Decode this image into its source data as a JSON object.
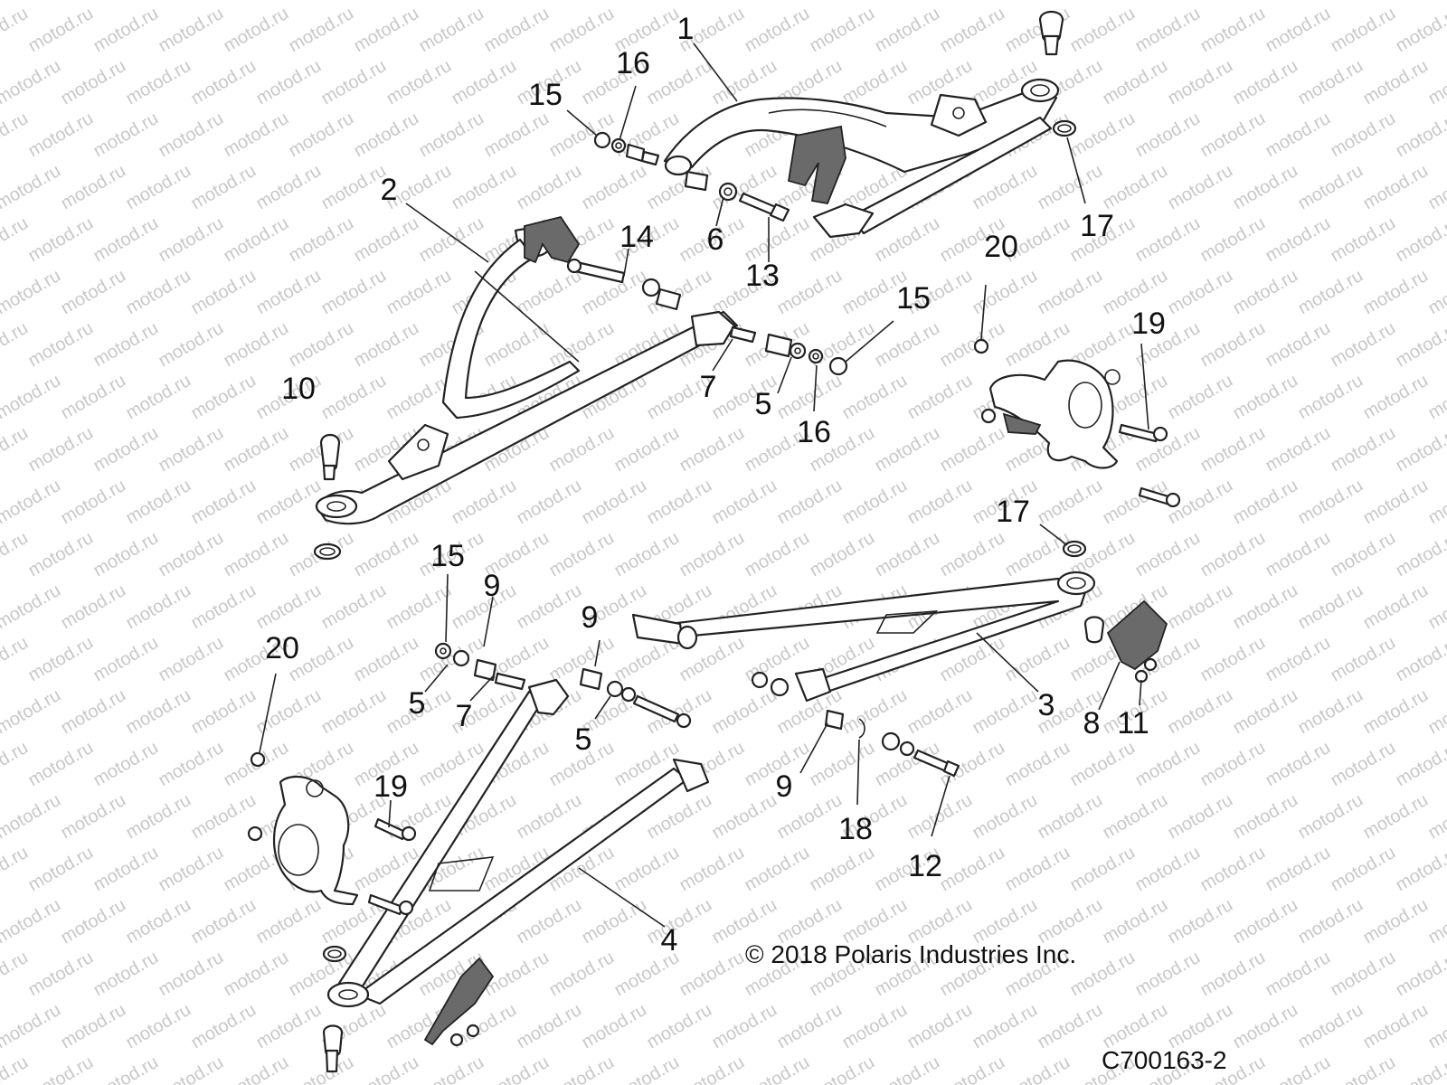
{
  "watermark_text": "motod.ru",
  "callouts": [
    {
      "id": "c1a",
      "label": "1"
    },
    {
      "id": "c2a",
      "label": "2"
    },
    {
      "id": "c3a",
      "label": "3"
    },
    {
      "id": "c4a",
      "label": "4"
    },
    {
      "id": "c5a",
      "label": "5"
    },
    {
      "id": "c5b",
      "label": "5"
    },
    {
      "id": "c5c",
      "label": "5"
    },
    {
      "id": "c6a",
      "label": "6"
    },
    {
      "id": "c7a",
      "label": "7"
    },
    {
      "id": "c7b",
      "label": "7"
    },
    {
      "id": "c8a",
      "label": "8"
    },
    {
      "id": "c9a",
      "label": "9"
    },
    {
      "id": "c9b",
      "label": "9"
    },
    {
      "id": "c9c",
      "label": "9"
    },
    {
      "id": "c10a",
      "label": "10"
    },
    {
      "id": "c11a",
      "label": "11"
    },
    {
      "id": "c12a",
      "label": "12"
    },
    {
      "id": "c13a",
      "label": "13"
    },
    {
      "id": "c14a",
      "label": "14"
    },
    {
      "id": "c15a",
      "label": "15"
    },
    {
      "id": "c15b",
      "label": "15"
    },
    {
      "id": "c15c",
      "label": "15"
    },
    {
      "id": "c16a",
      "label": "16"
    },
    {
      "id": "c16b",
      "label": "16"
    },
    {
      "id": "c17a",
      "label": "17"
    },
    {
      "id": "c17b",
      "label": "17"
    },
    {
      "id": "c18a",
      "label": "18"
    },
    {
      "id": "c19a",
      "label": "19"
    },
    {
      "id": "c19b",
      "label": "19"
    },
    {
      "id": "c20a",
      "label": "20"
    },
    {
      "id": "c20b",
      "label": "20"
    }
  ],
  "copyright": "© 2018 Polaris Industries Inc.",
  "drawing_id": "C700163-2"
}
